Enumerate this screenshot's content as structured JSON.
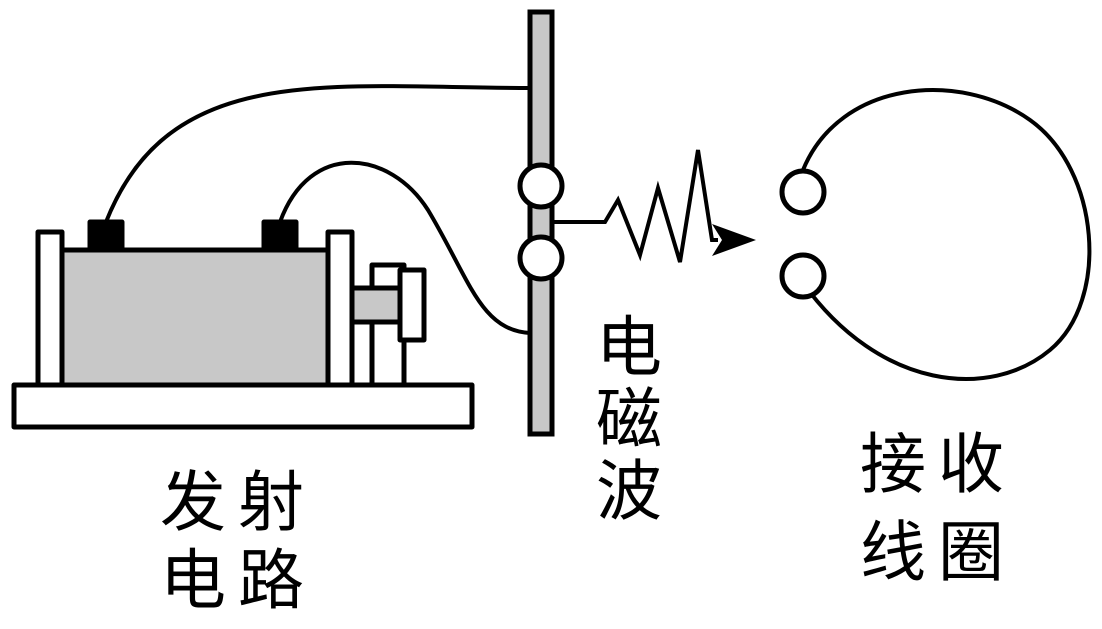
{
  "labels": {
    "transmitter_line1": "发射",
    "transmitter_line2": "电路",
    "wave": "电磁波",
    "receiver_line1": "接收",
    "receiver_line2": "线圈"
  },
  "colors": {
    "stroke": "#000000",
    "fill_gray": "#c8c8c8",
    "fill_white": "#ffffff",
    "terminal": "#000000"
  }
}
